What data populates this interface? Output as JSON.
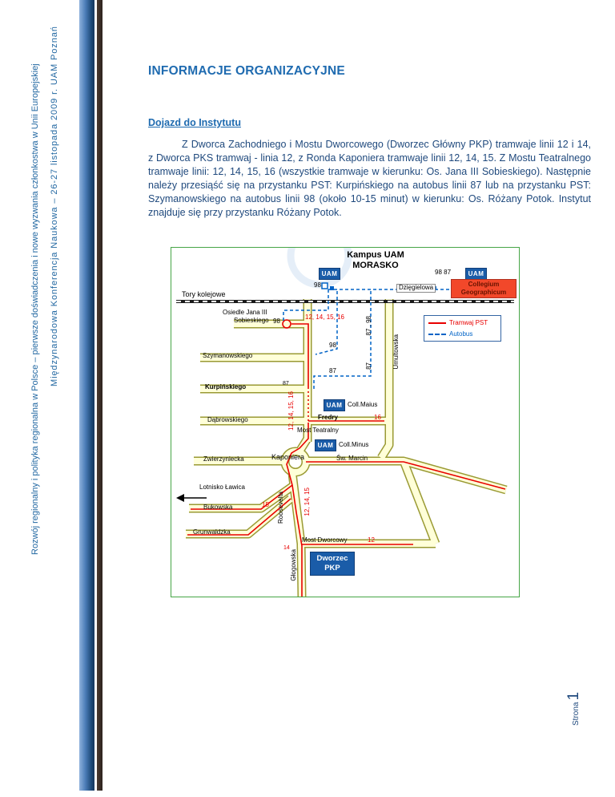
{
  "doc": {
    "title": "INFORMACJE ORGANIZACYJNE",
    "section_heading": "Dojazd do Instytutu",
    "paragraph": "Z Dworca Zachodniego i Mostu Dworcowego (Dworzec Główny PKP) tramwaje linii 12 i 14, z Dworca PKS tramwaj - linia 12, z Ronda Kaponiera tramwaje linii 12, 14, 15. Z Mostu Teatralnego tramwaje linii: 12, 14, 15, 16 (wszystkie tramwaje w kierunku: Os. Jana III Sobieskiego). Następnie należy przesiąść się na przystanku PST: Kurpińskiego na autobus linii 87 lub na przystanku PST: Szymanowskiego na autobus linii 98 (około 10-15 minut) w kierunku: Os. Różany Potok. Instytut znajduje się przy przystanku Różany Potok."
  },
  "sidebar": {
    "line1": "Rozwój regionalny i polityka regionalna w Polsce – pierwsze doświadczenia i nowe wyzwania członkostwa w Unii Europejskiej",
    "line2": "Międzynarodowa Konferencja Naukowa – 26-27 listopada 2009 r. UAM Poznań"
  },
  "footer": {
    "strona_label": "Strona",
    "page_number": "1"
  },
  "map": {
    "title_line1": "Kampus UAM",
    "title_line2": "MORASKO",
    "uam_logo": "UAM",
    "legend": {
      "tram": "Tramwaj PST",
      "bus": "Autobus"
    },
    "labels": {
      "stop_98_87": "98 87",
      "stop_98": "98",
      "dziegielowa": "Dzięgielowa",
      "collegium_line1": "Collegium",
      "collegium_line2": "Geographicum",
      "tory_kolejowe": "Tory kolejowe",
      "osiedle_line1": "Osiedle Jana III",
      "osiedle_line2": "Sobieskiego",
      "loop_98": "98",
      "tram_lines_top": "12, 14, 15, 16",
      "bus_87_98": "87 , 98",
      "szymanowskiego": "Szymanowskiego",
      "bus_98": "98",
      "umultowska": "Umultowska",
      "bus_87": "87",
      "bus_87_v": "87",
      "kurpinskiego": "Kurpińskiego",
      "stop_87": "87",
      "tram_lines_pst": "12, 14, 15, 16",
      "coll_maius": "Coll.Maius",
      "dabrowskiego": "Dąbrowskiego",
      "fredry": "Fredry",
      "tram_16": "16",
      "most_teatralny": "Most Teatralny",
      "coll_minus": "Coll.Minus",
      "zwierzyniecka": "Zwierzyniecka",
      "kaponiera": "Kaponiera",
      "sw_marcin": "Św. Marcin",
      "lotnisko": "Lotnisko Ławica",
      "bukowska": "Bukowska",
      "tram_15": "15",
      "grunwaldzka": "Grunwaldzka",
      "roosevelta": "Roosevelta",
      "tram_lines_roosevelta": "12, 14, 15",
      "most_dworcowy": "Most Dworcowy",
      "tram_12": "12",
      "tram_14": "14",
      "glogowska": "Głogowska",
      "dworzec_line1": "Dworzec",
      "dworzec_line2": "PKP"
    },
    "colors": {
      "tram_red": "#E80000",
      "bus_blue": "#0063C6",
      "uam_blue": "#1A5CA8",
      "collegium_red": "#F2482A",
      "map_border_green": "#46A546",
      "heading_blue": "#1F6BB0",
      "body_blue": "#1F497D"
    }
  }
}
